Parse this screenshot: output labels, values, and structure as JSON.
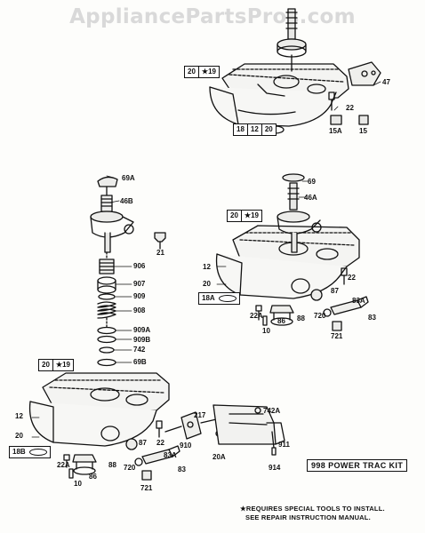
{
  "watermark": "AppliancePartsPros.com",
  "callouts": {
    "top": {
      "box_20_19": {
        "a": "20",
        "b": "★19"
      },
      "box_18_12_20": {
        "a": "18",
        "b": "12",
        "c": "20"
      },
      "p47": "47",
      "p22": "22",
      "p15a": "15A",
      "p15": "15"
    },
    "stack": {
      "p69a": "69A",
      "p46b": "46B",
      "p21": "21",
      "p906": "906",
      "p907": "907",
      "p909": "909",
      "p908": "908",
      "p909a": "909A",
      "p909b": "909B",
      "p742": "742",
      "p69b": "69B"
    },
    "mid": {
      "box_20_19": {
        "a": "20",
        "b": "★19"
      },
      "p69": "69",
      "p46a": "46A",
      "p12": "12",
      "p20": "20",
      "box_18a": "18A",
      "p22": "22",
      "p22a": "22A",
      "p10": "10",
      "p86": "86",
      "p88": "88",
      "p87": "87",
      "p83a": "83A",
      "p720": "720",
      "p83": "83",
      "p721": "721"
    },
    "bottom": {
      "box_20_19": {
        "a": "20",
        "b": "★19"
      },
      "p12": "12",
      "p20": "20",
      "box_18b": "18B",
      "p22": "22",
      "p22a": "22A",
      "p10": "10",
      "p86": "86",
      "p88": "88",
      "p87": "87",
      "p83a": "83A",
      "p720": "720",
      "p83": "83",
      "p721": "721",
      "p910": "910",
      "p217": "217",
      "p20a": "20A",
      "p742a": "742A",
      "p911": "911",
      "p914": "914"
    }
  },
  "kit_label": "998  POWER TRAC KIT",
  "footnote": {
    "line1": "★REQUIRES SPECIAL TOOLS TO INSTALL.",
    "line2": "SEE REPAIR INSTRUCTION MANUAL."
  }
}
